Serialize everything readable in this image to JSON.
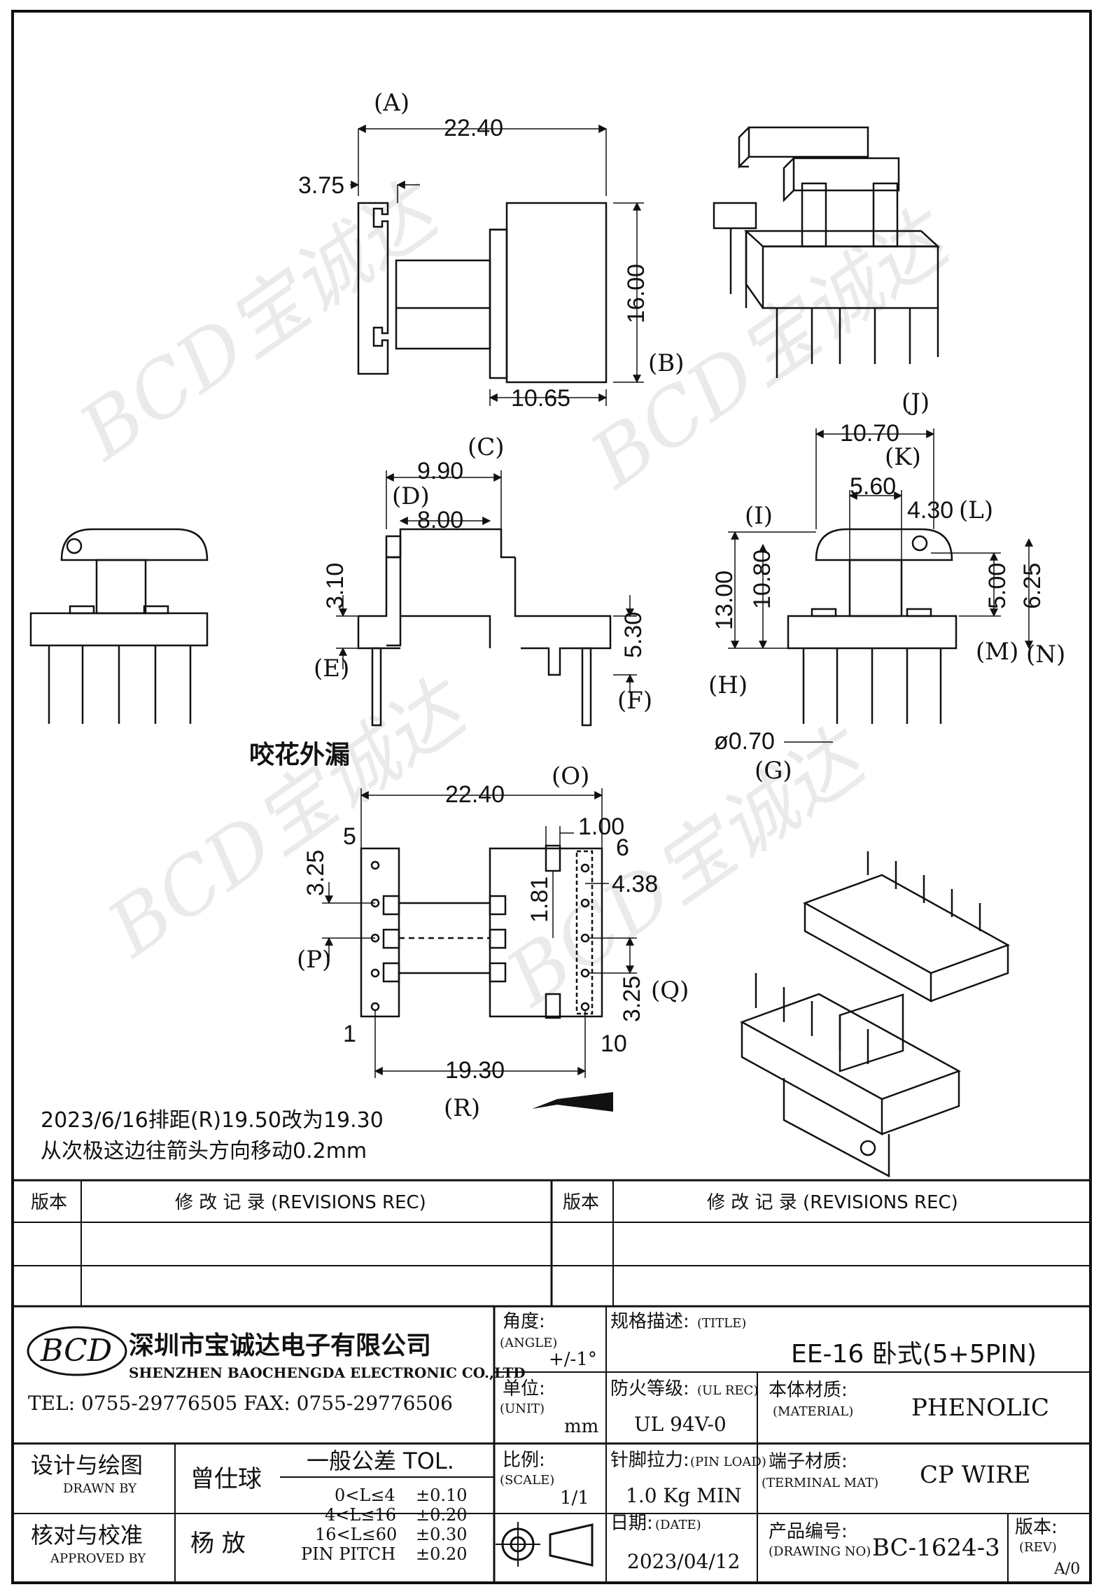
{
  "drawing": {
    "dims": {
      "top_width": "22.40",
      "top_flange": "3.75",
      "top_height": "16.00",
      "top_base": "10.65",
      "front_c": "9.90",
      "front_d": "8.00",
      "front_e": "3.10",
      "front_f": "5.30",
      "side_j": "10.70",
      "side_k": "5.60",
      "side_l": "4.30",
      "side_h": "13.00",
      "side_i": "10.80",
      "side_m": "5.00",
      "side_n": "6.25",
      "side_g": "ø0.70",
      "bottom_o": "22.40",
      "bottom_1": "1.00",
      "bottom_p": "3.25",
      "bottom_181": "1.81",
      "bottom_438": "4.38",
      "bottom_q": "3.25",
      "bottom_r": "19.30"
    },
    "letters": {
      "a": "(A)",
      "b": "(B)",
      "c": "(C)",
      "d": "(D)",
      "e": "(E)",
      "f": "(F)",
      "g": "(G)",
      "h": "(H)",
      "i": "(I)",
      "j": "(J)",
      "k": "(K)",
      "l": "(L)",
      "m": "(M)",
      "n": "(N)",
      "o": "(O)",
      "p": "(P)",
      "q": "(Q)",
      "r": "(R)"
    },
    "pin_numbers": {
      "p5": "5",
      "p6": "6",
      "p1": "1",
      "p10": "10"
    },
    "note_leak": "咬花外漏",
    "note_line1": "2023/6/16排距(R)19.50改为19.30",
    "note_line2": "从次极这边往箭头方向移动0.2mm",
    "watermark": "BCD宝诚达"
  },
  "revisions": {
    "ver_label": "版本",
    "rec_label": "修  改  记  录  (REVISIONS REC)"
  },
  "title_block": {
    "logo": "BCD",
    "company_cn": "深圳市宝诚达电子有限公司",
    "company_en": "SHENZHEN BAOCHENGDA ELECTRONIC CO.,LTD",
    "tel_fax": "TEL: 0755-29776505   FAX: 0755-29776506",
    "angle_label": "角度:",
    "angle_en": "(ANGLE)",
    "angle_value": "+/-1°",
    "title_label": "规格描述:",
    "title_en": "(TITLE)",
    "title_value": "EE-16 卧式(5+5PIN)",
    "unit_label": "单位:",
    "unit_en": "(UNIT)",
    "unit_value": "mm",
    "ul_label": "防火等级:",
    "ul_en": "(UL REC)",
    "ul_value": "UL 94V-0",
    "material_label": "本体材质:",
    "material_en": "(MATERIAL)",
    "material_value": "PHENOLIC",
    "drawn_label": "设计与绘图",
    "drawn_en": "DRAWN BY",
    "drawn_value": "曾仕球",
    "tol_label": "一般公差  TOL.",
    "tol_rows": [
      {
        "range": "0<L≤4",
        "value": "±0.10"
      },
      {
        "range": "4<L≤16",
        "value": "±0.20"
      },
      {
        "range": "16<L≤60",
        "value": "±0.30"
      },
      {
        "range": "PIN PITCH",
        "value": "±0.20"
      }
    ],
    "scale_label": "比例:",
    "scale_en": "(SCALE)",
    "scale_value": "1/1",
    "pin_load_label": "针脚拉力:",
    "pin_load_en": "(PIN LOAD)",
    "pin_load_value": "1.0 Kg MIN",
    "terminal_label": "端子材质:",
    "terminal_en": "(TERMINAL MAT)",
    "terminal_value": "CP WIRE",
    "approved_label": "核对与校准",
    "approved_en": "APPROVED BY",
    "approved_value": "杨  放",
    "date_label": "日期:",
    "date_en": "(DATE)",
    "date_value": "2023/04/12",
    "drawing_no_label": "产品编号:",
    "drawing_no_en": "(DRAWING NO)",
    "drawing_no_value": "BC-1624-3",
    "rev_label": "版本:",
    "rev_en": "(REV)",
    "rev_value": "A/0"
  }
}
